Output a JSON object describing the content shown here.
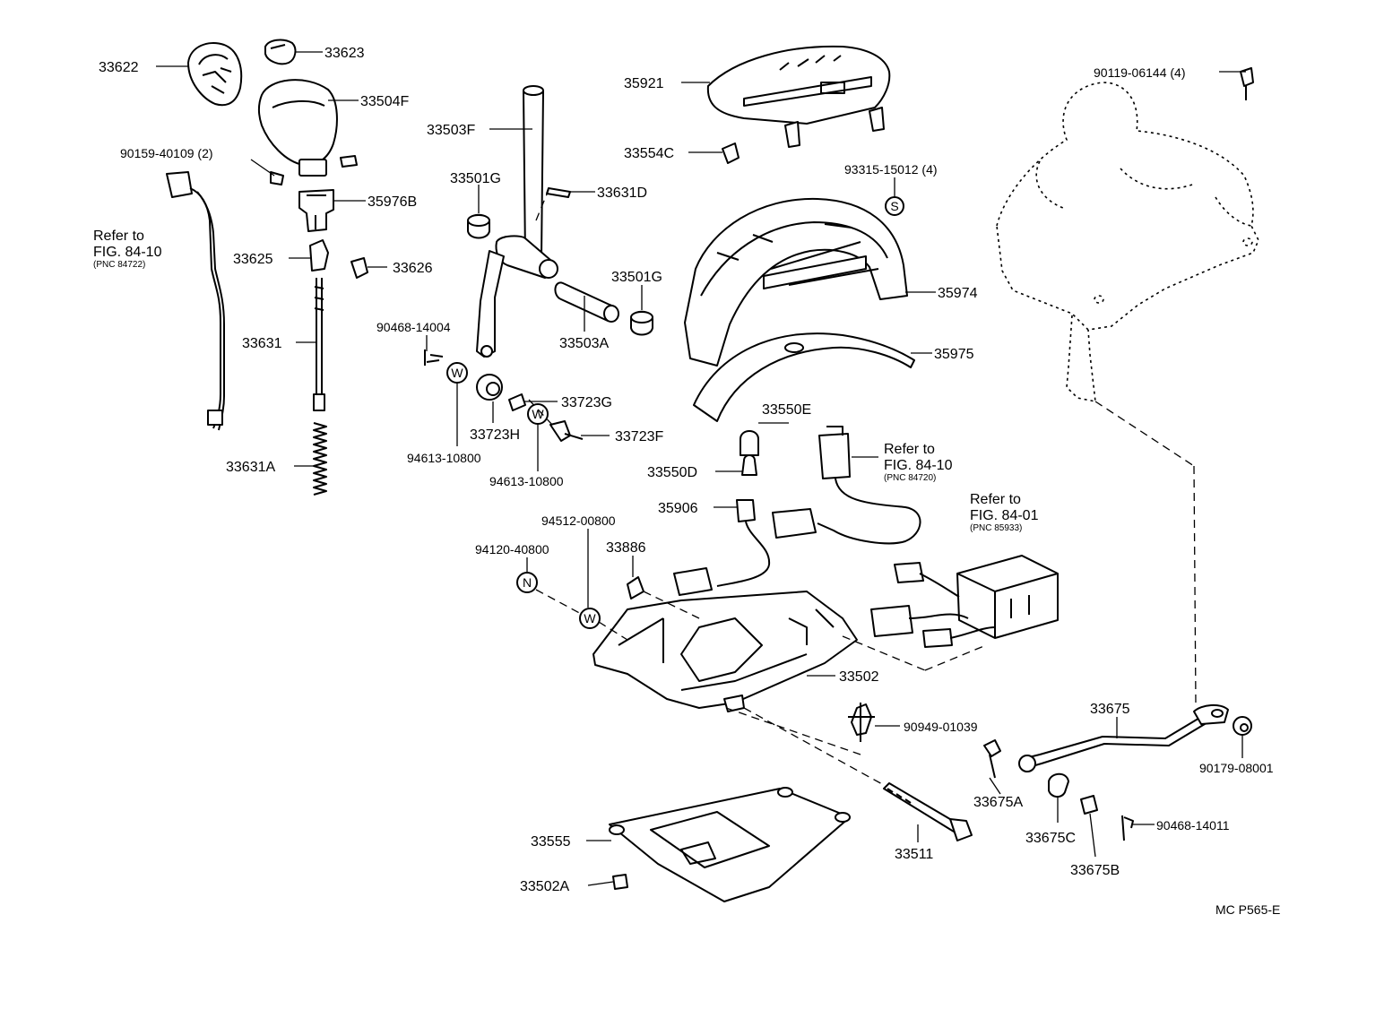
{
  "parts": {
    "p33622": "33622",
    "p33623": "33623",
    "p33504F": "33504F",
    "p90159": "90159-40109 (2)",
    "p35976B": "35976B",
    "p33625": "33625",
    "p33626": "33626",
    "p33631": "33631",
    "p33631A": "33631A",
    "p33503F": "33503F",
    "p33501G_a": "33501G",
    "p33631D": "33631D",
    "p33501G_b": "33501G",
    "p33503A": "33503A",
    "p90468_14004": "90468-14004",
    "p94613_a": "94613-10800",
    "p33723H": "33723H",
    "p33723G": "33723G",
    "p33723F": "33723F",
    "p94613_b": "94613-10800",
    "p35921": "35921",
    "p33554C": "33554C",
    "p93315": "93315-15012 (4)",
    "p35974": "35974",
    "p35975": "35975",
    "p33550E": "33550E",
    "p33550D": "33550D",
    "p35906": "35906",
    "p94512": "94512-00800",
    "p94120": "94120-40800",
    "p33886": "33886",
    "p33502": "33502",
    "p90949": "90949-01039",
    "p33555": "33555",
    "p33502A": "33502A",
    "p33511": "33511",
    "p90119": "90119-06144 (4)",
    "p33675": "33675",
    "p90179": "90179-08001",
    "p33675A": "33675A",
    "p33675C": "33675C",
    "p33675B": "33675B",
    "p90468_14011": "90468-14011"
  },
  "refs": {
    "ref1": {
      "line1": "Refer to",
      "line2": "FIG. 84-10",
      "line3": "(PNC 84722)"
    },
    "ref2": {
      "line1": "Refer to",
      "line2": "FIG. 84-10",
      "line3": "(PNC 84720)"
    },
    "ref3": {
      "line1": "Refer to",
      "line2": "FIG. 84-01",
      "line3": "(PNC 85933)"
    }
  },
  "symbols": {
    "washer_w": "W",
    "seal_s": "S",
    "nut_n": "N"
  },
  "footer": {
    "code": "MC  P565-E"
  }
}
